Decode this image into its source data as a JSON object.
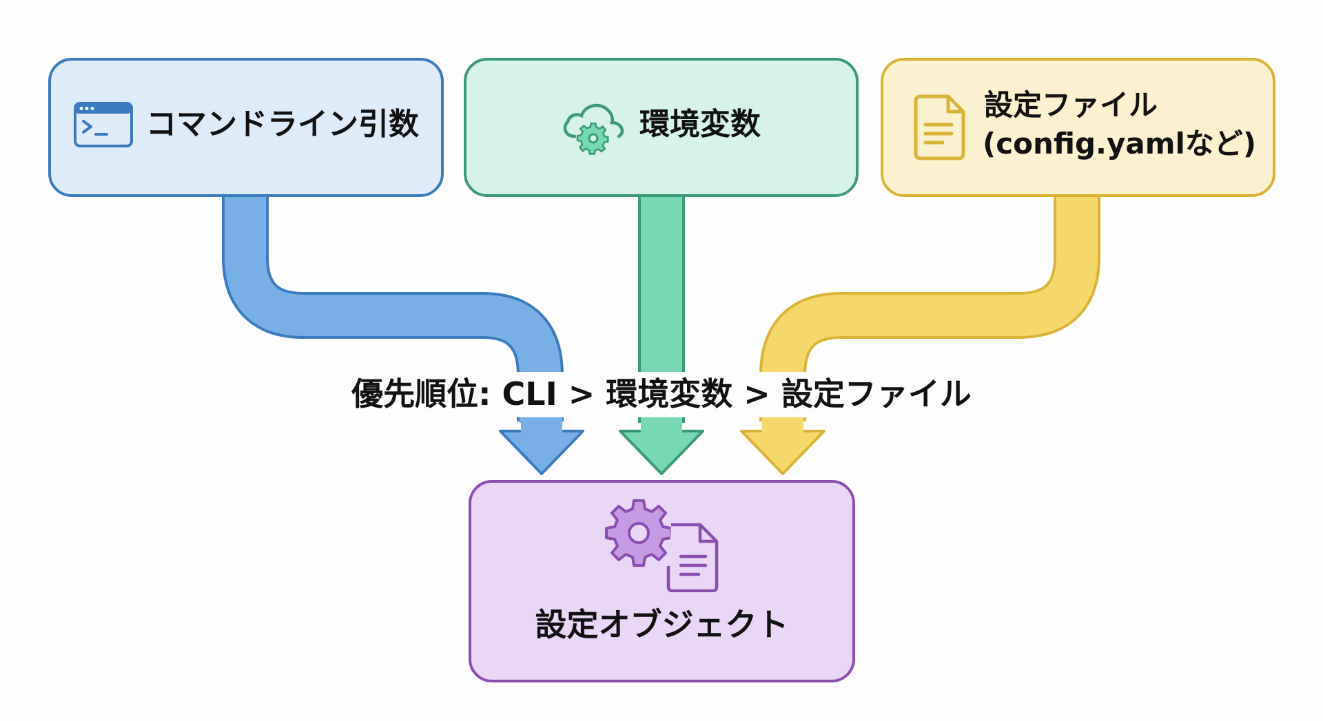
{
  "diagram": {
    "sources": [
      {
        "id": "cli",
        "label": "コマンドライン引数",
        "icon": "terminal-icon",
        "color": "#3a7bbf",
        "fill": "#deebf9",
        "pipe": "#78b0e6"
      },
      {
        "id": "env",
        "label": "環境変数",
        "icon": "cloud-gear-icon",
        "color": "#3a9a77",
        "fill": "#d5f3e6",
        "pipe": "#79d8b4"
      },
      {
        "id": "file",
        "label_line1": "設定ファイル",
        "label_line2": "(config.yamlなど)",
        "icon": "document-icon",
        "color": "#dab236",
        "fill": "#fcf1cf",
        "pipe": "#f6d86a"
      }
    ],
    "priority_text": "優先順位: CLI > 環境変数 > 設定ファイル",
    "target": {
      "label": "設定オブジェクト",
      "icon": "gear-document-icon",
      "color": "#8a4db0",
      "fill": "#ead7f7"
    }
  }
}
